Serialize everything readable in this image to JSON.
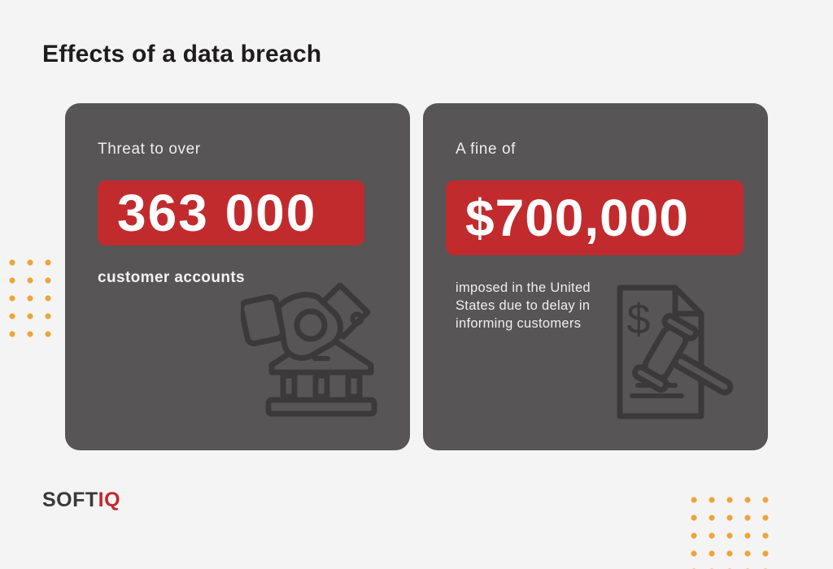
{
  "page": {
    "title": "Effects of a data breach",
    "background_color": "#F5F4F4"
  },
  "cards": [
    {
      "intro": "Threat to over",
      "value": "363 000",
      "caption": "customer accounts",
      "icon": "hand-depositing-money-into-bank-icon"
    },
    {
      "intro": "A fine of",
      "value": "$700,000",
      "caption": "imposed in the United States due to delay in informing customers",
      "icon": "fine-document-with-gavel-icon"
    }
  ],
  "logo": {
    "soft": "SOFT",
    "iq": "IQ"
  },
  "icons": {
    "dollar_glyph": "$"
  },
  "colors": {
    "card_background": "#575556",
    "highlight_background": "#C22B2E",
    "accent_dots": "#E9A63E",
    "icon_stroke": "#3B393A",
    "logo_dark": "#3A3839",
    "logo_red": "#C2282D",
    "title_text": "#1E1C1D",
    "light_text": "#F0EEEE"
  },
  "decorations": {
    "left_dot_grid": {
      "cols": 3,
      "rows": 5
    },
    "bottom_right_dot_grid": {
      "cols": 5,
      "rows": 4
    }
  }
}
